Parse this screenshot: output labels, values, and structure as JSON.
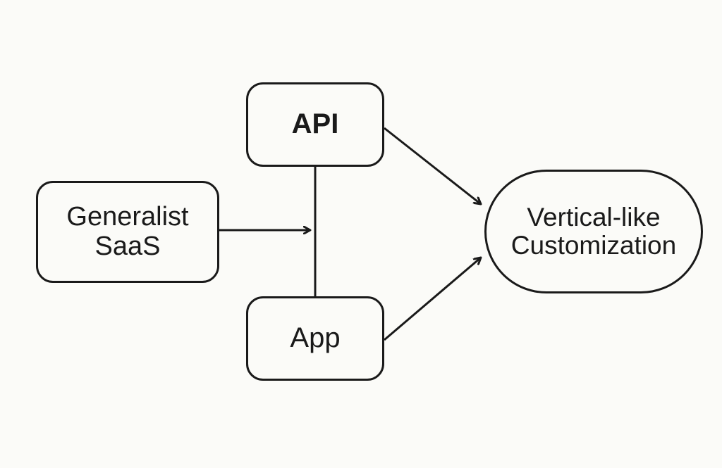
{
  "diagram": {
    "nodes": {
      "generalist": {
        "line1": "Generalist",
        "line2": "SaaS"
      },
      "api": {
        "label": "API"
      },
      "app": {
        "label": "App"
      },
      "vertical": {
        "line1": "Vertical-like",
        "line2": "Customization"
      }
    },
    "edges": [
      {
        "from": "generalist",
        "to": "api-app-connector",
        "style": "arrow"
      },
      {
        "from": "api",
        "to": "app",
        "style": "line"
      },
      {
        "from": "api",
        "to": "vertical",
        "style": "arrow"
      },
      {
        "from": "app",
        "to": "vertical",
        "style": "arrow"
      }
    ],
    "colors": {
      "stroke": "#1a1a1a",
      "background": "#fbfbf8"
    }
  }
}
